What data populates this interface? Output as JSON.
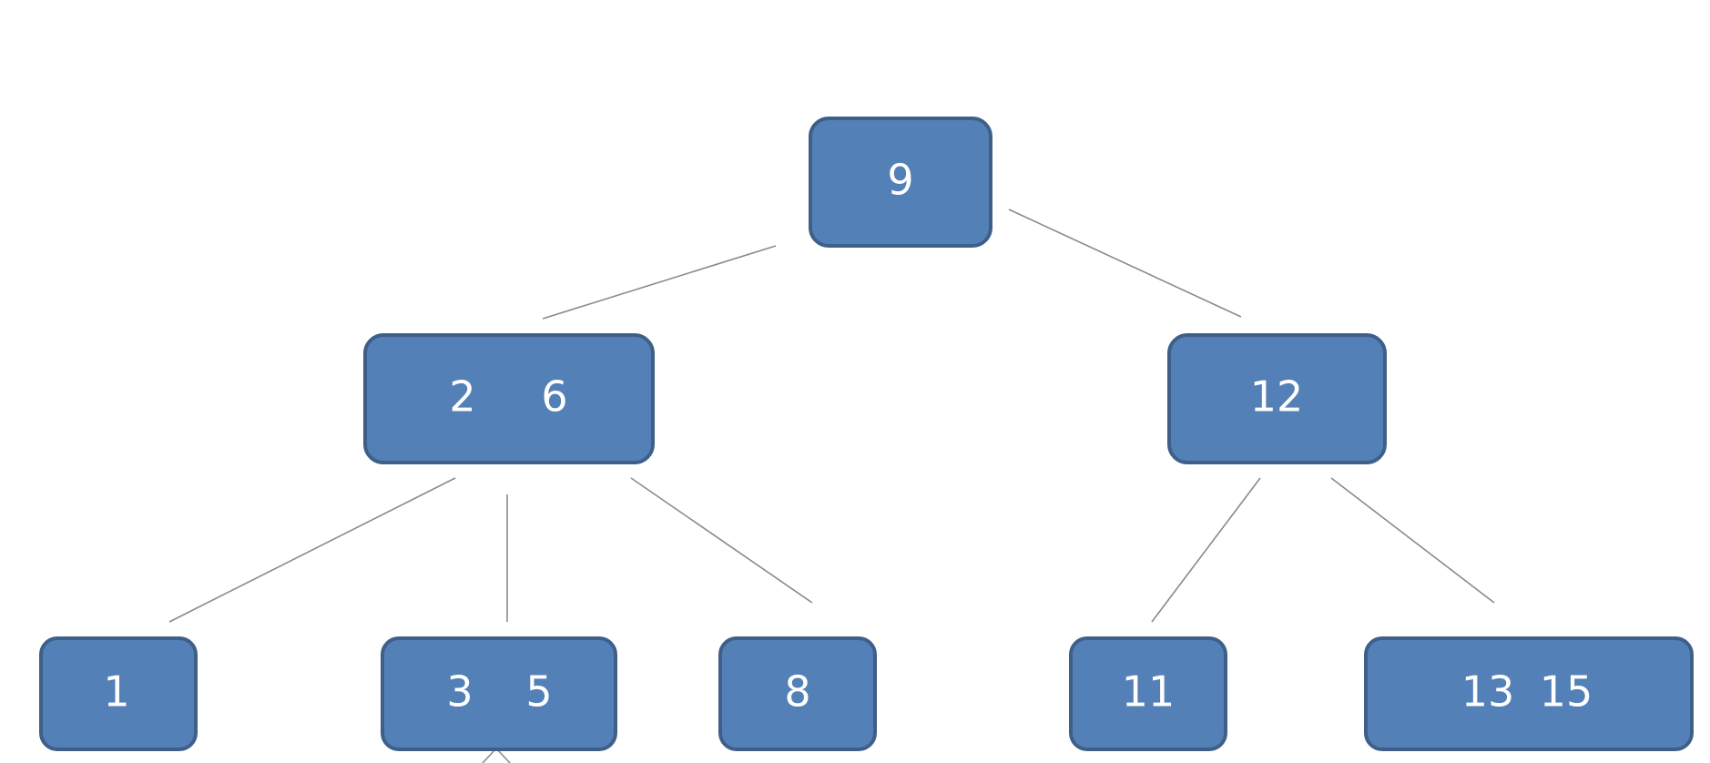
{
  "nodes": {
    "root": {
      "keys": [
        "9"
      ]
    },
    "left_internal": {
      "keys": [
        "2",
        "6"
      ]
    },
    "right_internal": {
      "keys": [
        "12"
      ]
    },
    "leaf_1": {
      "keys": [
        "1"
      ]
    },
    "leaf_2": {
      "keys": [
        "3",
        "5"
      ]
    },
    "leaf_3": {
      "keys": [
        "8"
      ]
    },
    "leaf_4": {
      "keys": [
        "11"
      ]
    },
    "leaf_5": {
      "keys": [
        "13",
        "15"
      ]
    }
  },
  "colors": {
    "node_fill": "#5480b8",
    "node_border": "#3e5f88",
    "node_text": "#ffffff",
    "edge": "#8a8a8a"
  }
}
